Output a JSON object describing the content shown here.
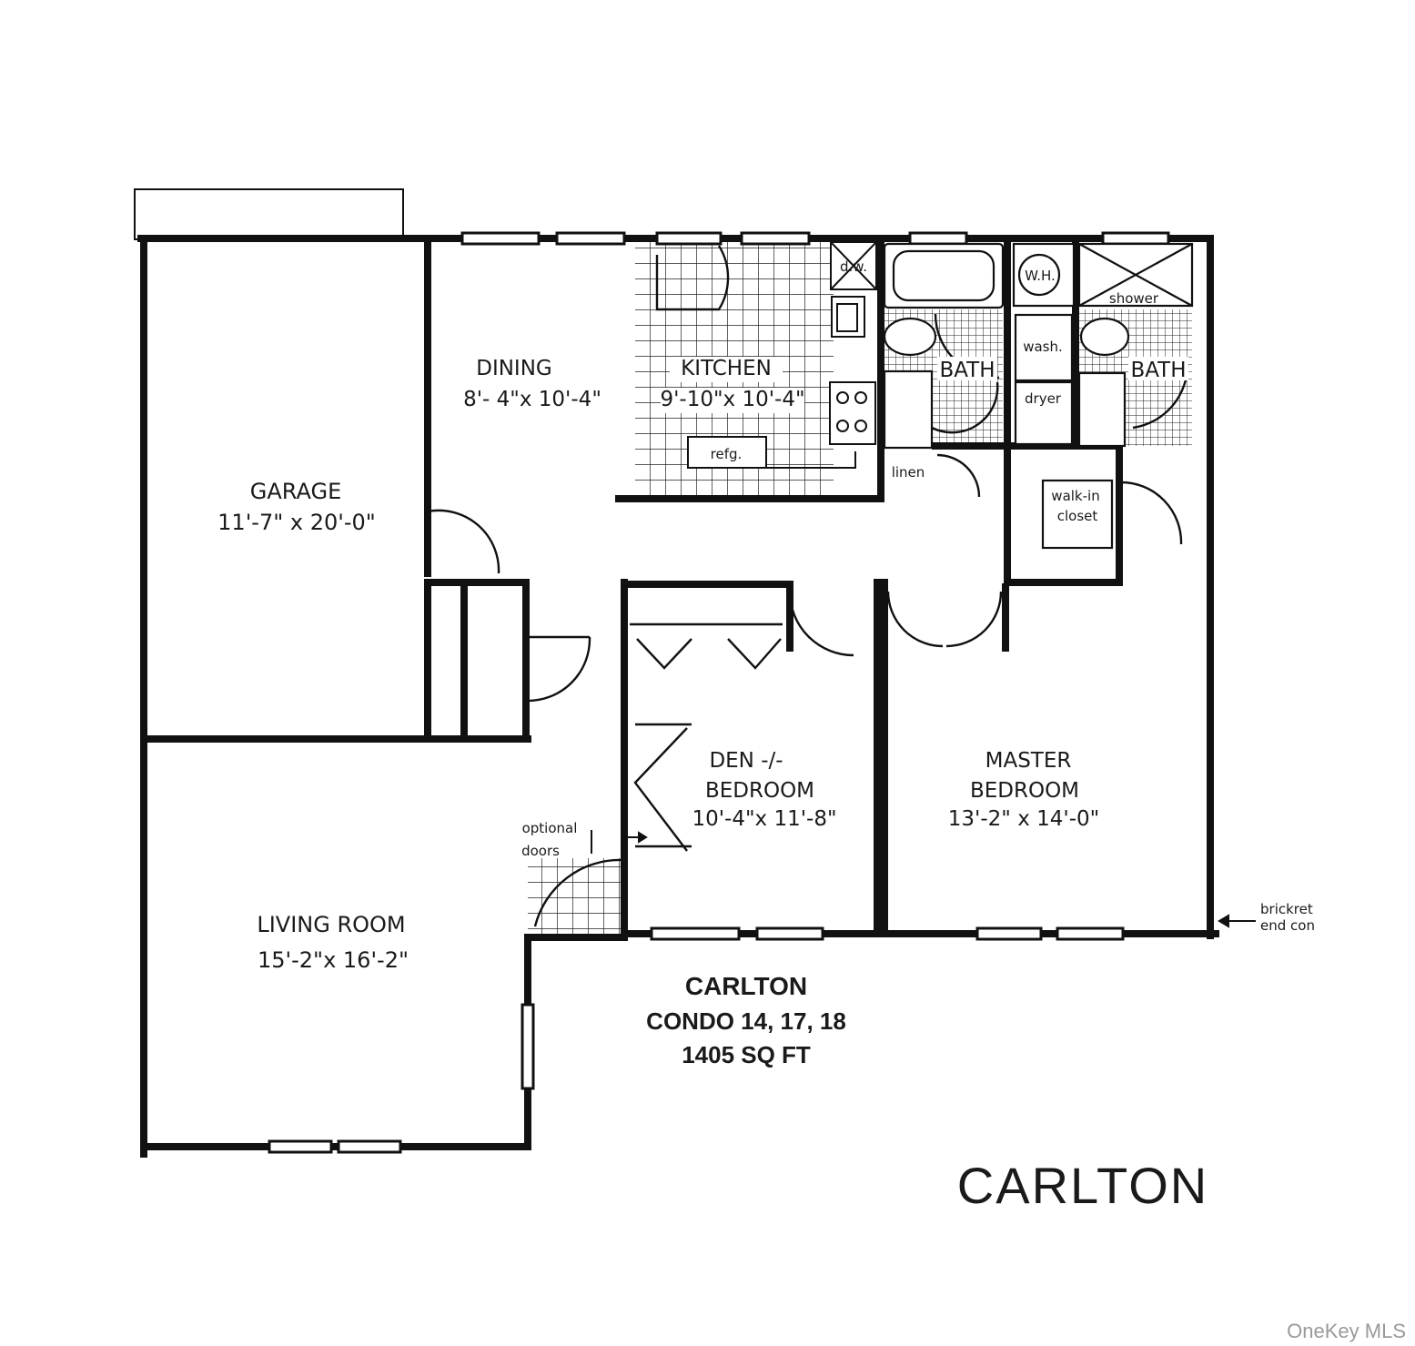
{
  "rooms": {
    "garage": {
      "name": "GARAGE",
      "dims": "11'-7\" x 20'-0\""
    },
    "dining": {
      "name": "DINING",
      "dims": "8'- 4\"x 10'-4\""
    },
    "kitchen": {
      "name": "KITCHEN",
      "dims": "9'-10\"x 10'-4\""
    },
    "den": {
      "name_line1": "DEN -/-",
      "name_line2": "BEDROOM",
      "dims": "10'-4\"x 11'-8\""
    },
    "master": {
      "name_line1": "MASTER",
      "name_line2": "BEDROOM",
      "dims": "13'-2\" x 14'-0\""
    },
    "living": {
      "name": "LIVING ROOM",
      "dims": "15'-2\"x 16'-2\""
    }
  },
  "fixtures": {
    "dw": "d.w.",
    "wh": "W.H.",
    "shower": "shower",
    "bath1": "BATH",
    "bath2": "BATH",
    "wash": "wash.",
    "dryer": "dryer",
    "refg": "refg.",
    "linen": "linen",
    "walkin_line1": "walk-in",
    "walkin_line2": "closet",
    "optional_line1": "optional",
    "optional_line2": "doors",
    "brick_line1": "brickret",
    "brick_line2": "end con"
  },
  "caption": {
    "model": "CARLTON",
    "condos": "CONDO 14, 17, 18",
    "area": "1405 SQ FT"
  },
  "big_title": "CARLTON",
  "watermark": "OneKey MLS"
}
